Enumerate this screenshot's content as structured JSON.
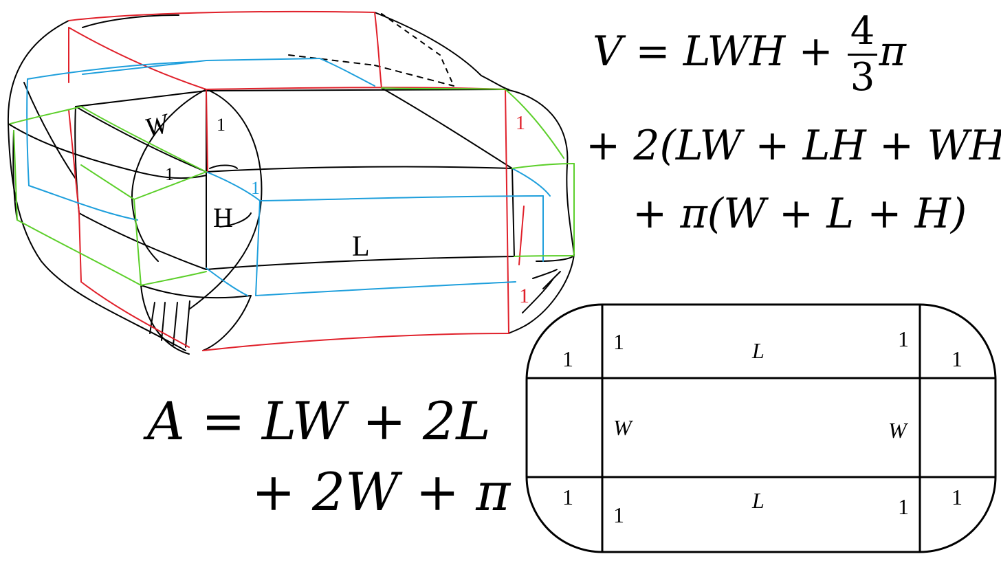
{
  "volume_formula": {
    "line1_lhs": "V = LWH + ",
    "frac_num": "4",
    "frac_den": "3",
    "line1_pi": "π",
    "line2": "+ 2(LW + LH + WH)",
    "line3": "+ π(W + L + H)"
  },
  "area_formula": {
    "line1": "A = LW + 2L",
    "line2": "+ 2W + π"
  },
  "sketch_labels": {
    "w": "W",
    "h": "H",
    "l": "L",
    "one": "1"
  },
  "net_labels": {
    "one": "1",
    "l": "L",
    "w": "W"
  },
  "colors": {
    "red": "#e0202a",
    "blue": "#1e9fdc",
    "green": "#5ccf2a",
    "black": "#000000"
  }
}
